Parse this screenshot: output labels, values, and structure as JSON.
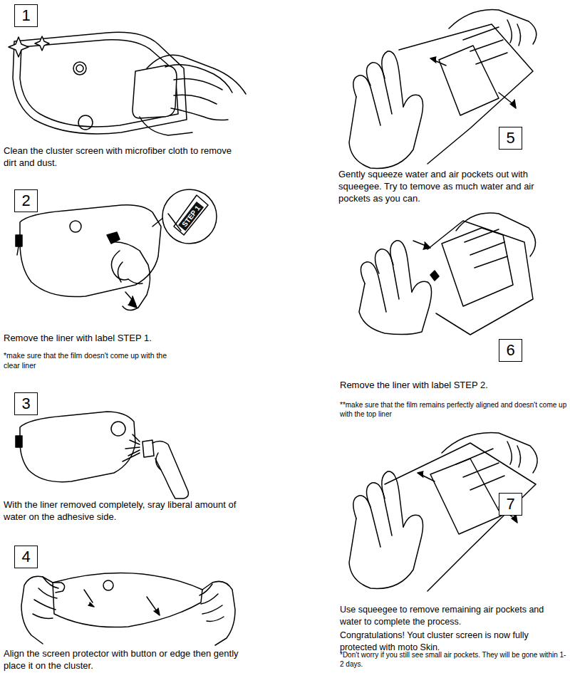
{
  "diagram": {
    "nodes": [
      {
        "text": [
          "1"
        ]
      },
      {
        "text": [
          "2"
        ]
      },
      {
        "text": [
          "3"
        ]
      },
      {
        "text": [
          "4"
        ]
      },
      {
        "text": [
          "5"
        ]
      },
      {
        "text": [
          "6"
        ]
      },
      {
        "text": [
          "7"
        ]
      }
    ],
    "labels": [
      "Clean the cluster screen with microfiber cloth to remove dirt and dust.",
      "STEP 1",
      "Remove the liner with label STEP 1.",
      "*make sure that the film doesn't come up with the clear liner",
      "With the liner removed completely, sray liberal amount of water on the adhesive side.",
      "Align the screen protector with button or edge then gently place it on the cluster.",
      "Gently squeeze water and air pockets out with squeegee. Try to temove as much water and air pockets as you can.",
      "Remove the liner with label STEP 2.",
      "**make sure that the film remains perfectly aligned and doesn't come up with the top liner",
      "Use squeegee to remove remaining air pockets and water to complete the process.",
      "Congratulations! Yout cluster screen is now fully protected with moto Skin.",
      "*Don't worry if you still see small air pockets. They will be gone within 1-2 days."
    ]
  }
}
